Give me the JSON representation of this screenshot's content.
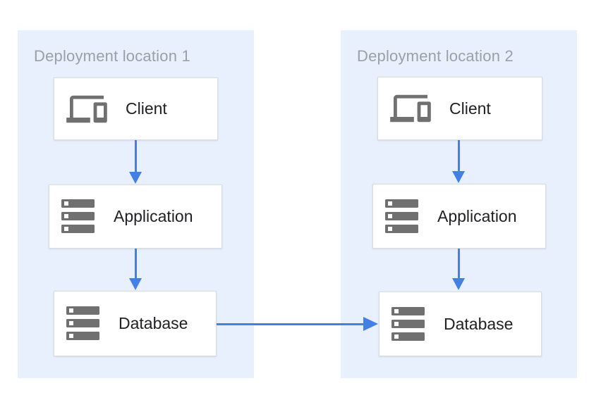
{
  "colors": {
    "panel_bg": "#e8f0fe",
    "arrow": "#4280e8",
    "icon_gray": "#707070",
    "title_gray": "#9aa0a6",
    "label_dark": "#202124",
    "box_border": "#d9dce1",
    "box_bg": "#ffffff"
  },
  "panels": [
    {
      "title": "Deployment location 1",
      "nodes": [
        {
          "label": "Client",
          "icon": "devices-icon"
        },
        {
          "label": "Application",
          "icon": "server-stack-icon"
        },
        {
          "label": "Database",
          "icon": "server-stack-icon"
        }
      ]
    },
    {
      "title": "Deployment location 2",
      "nodes": [
        {
          "label": "Client",
          "icon": "devices-icon"
        },
        {
          "label": "Application",
          "icon": "server-stack-icon"
        },
        {
          "label": "Database",
          "icon": "server-stack-icon"
        }
      ]
    }
  ],
  "arrows": [
    {
      "name": "client1-to-application1",
      "direction": "down"
    },
    {
      "name": "application1-to-database1",
      "direction": "down"
    },
    {
      "name": "client2-to-application2",
      "direction": "down"
    },
    {
      "name": "application2-to-database2",
      "direction": "down"
    },
    {
      "name": "database1-to-database2",
      "direction": "right"
    }
  ]
}
